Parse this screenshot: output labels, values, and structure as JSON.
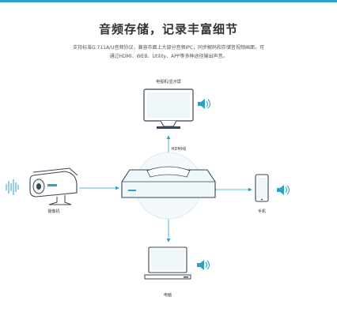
{
  "header": {
    "title": "音频存储，记录丰富细节",
    "description": [
      "支持标准G.711A/U音频协议，兼容市面上大部分音频IPC，同步解码和存储音视频画面，可",
      "通过HDMI、WEB、Utility、APP等多种途径输出声音。"
    ]
  },
  "diagram": {
    "tv_label": "电视机/显示屏",
    "hdmi_label": "HDMI线",
    "camera_label": "摄像机",
    "phone_label": "手机",
    "pc_label": "电脑"
  },
  "colors": {
    "accent": "#29a3c6",
    "line": "#3a4452",
    "device_fill": "#e9f4f8"
  }
}
